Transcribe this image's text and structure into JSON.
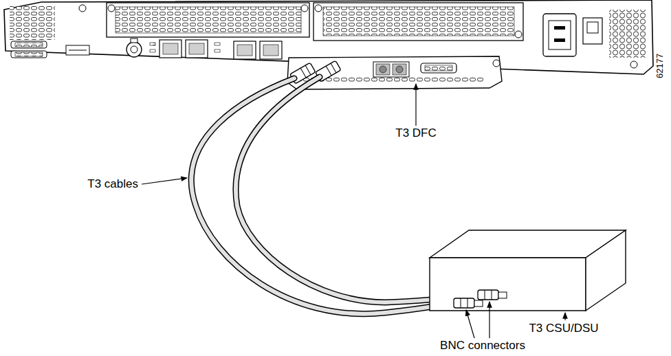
{
  "diagram": {
    "labels": [
      "T3 DFC",
      "T3 cables",
      "T3 CSU/DSU",
      "BNC connectors",
      "62177"
    ]
  }
}
